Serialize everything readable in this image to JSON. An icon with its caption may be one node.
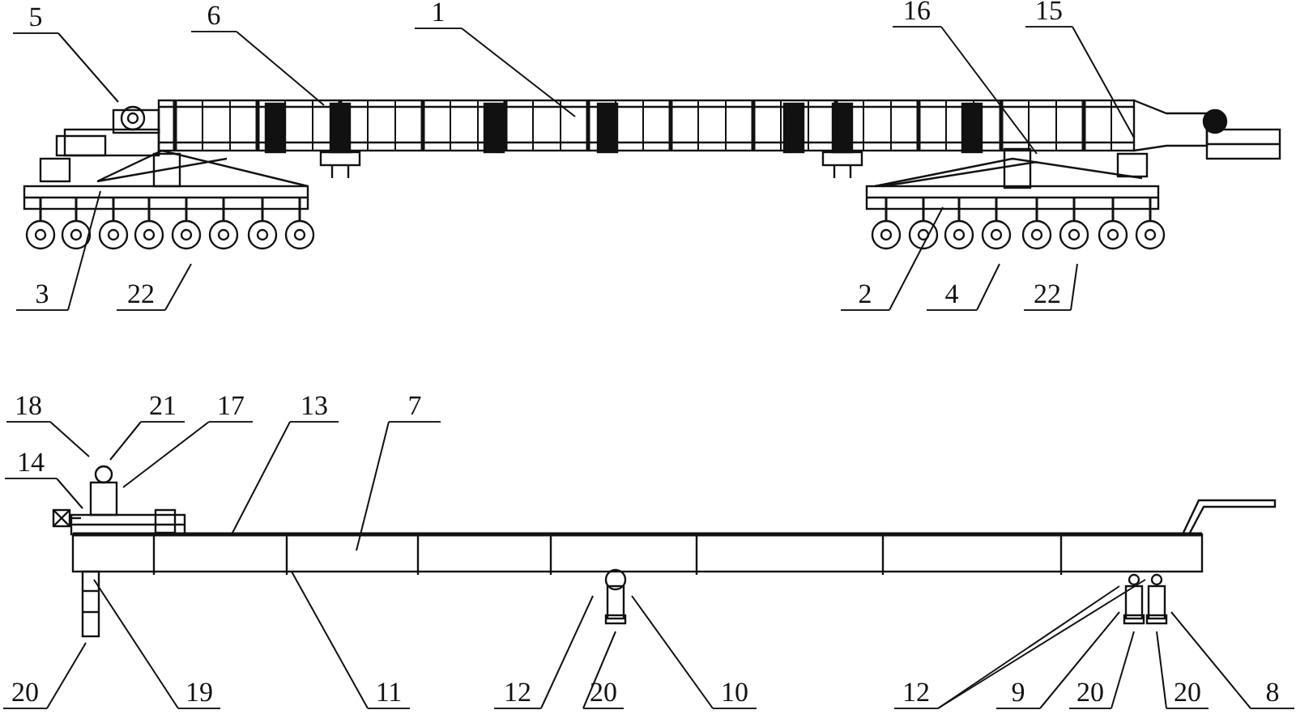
{
  "diagram": {
    "nodes": [
      {
        "text": [
          "5"
        ]
      },
      {
        "text": [
          "6"
        ]
      },
      {
        "text": [
          "1"
        ]
      },
      {
        "text": [
          "16"
        ]
      },
      {
        "text": [
          "15"
        ]
      },
      {
        "text": [
          "3"
        ]
      },
      {
        "text": [
          "22"
        ]
      },
      {
        "text": [
          "2"
        ]
      },
      {
        "text": [
          "4"
        ]
      },
      {
        "text": [
          "22"
        ]
      },
      {
        "text": [
          "18"
        ]
      },
      {
        "text": [
          "21"
        ]
      },
      {
        "text": [
          "17"
        ]
      },
      {
        "text": [
          "13"
        ]
      },
      {
        "text": [
          "7"
        ]
      },
      {
        "text": [
          "14"
        ]
      },
      {
        "text": [
          "20"
        ]
      },
      {
        "text": [
          "19"
        ]
      },
      {
        "text": [
          "11"
        ]
      },
      {
        "text": [
          "12"
        ]
      },
      {
        "text": [
          "20"
        ]
      },
      {
        "text": [
          "10"
        ]
      },
      {
        "text": [
          "12"
        ]
      },
      {
        "text": [
          "9"
        ]
      },
      {
        "text": [
          "20"
        ]
      },
      {
        "text": [
          "20"
        ]
      },
      {
        "text": [
          "8"
        ]
      }
    ],
    "edges": [
      {
        "from": 0,
        "to": null,
        "arrow": "none"
      },
      {
        "from": 1,
        "to": null,
        "arrow": "none"
      },
      {
        "from": 2,
        "to": null,
        "arrow": "none"
      },
      {
        "from": 3,
        "to": null,
        "arrow": "none"
      },
      {
        "from": 4,
        "to": null,
        "arrow": "none"
      },
      {
        "from": 5,
        "to": null,
        "arrow": "none"
      },
      {
        "from": 6,
        "to": null,
        "arrow": "none"
      },
      {
        "from": 7,
        "to": null,
        "arrow": "none"
      },
      {
        "from": 8,
        "to": null,
        "arrow": "none"
      },
      {
        "from": 9,
        "to": null,
        "arrow": "none"
      },
      {
        "from": 10,
        "to": null,
        "arrow": "none"
      },
      {
        "from": 11,
        "to": null,
        "arrow": "none"
      },
      {
        "from": 12,
        "to": null,
        "arrow": "none"
      },
      {
        "from": 13,
        "to": null,
        "arrow": "none"
      },
      {
        "from": 14,
        "to": null,
        "arrow": "none"
      },
      {
        "from": 15,
        "to": null,
        "arrow": "none"
      },
      {
        "from": 16,
        "to": null,
        "arrow": "none"
      },
      {
        "from": 17,
        "to": null,
        "arrow": "none"
      },
      {
        "from": 18,
        "to": null,
        "arrow": "none"
      },
      {
        "from": 19,
        "to": null,
        "arrow": "none"
      },
      {
        "from": 20,
        "to": null,
        "arrow": "none"
      },
      {
        "from": 21,
        "to": null,
        "arrow": "none"
      },
      {
        "from": 22,
        "to": null,
        "arrow": "none"
      },
      {
        "from": 22,
        "to": null,
        "arrow": "none"
      },
      {
        "from": 23,
        "to": null,
        "arrow": "none"
      },
      {
        "from": 24,
        "to": null,
        "arrow": "none"
      },
      {
        "from": 25,
        "to": null,
        "arrow": "none"
      },
      {
        "from": 26,
        "to": null,
        "arrow": "none"
      }
    ]
  }
}
